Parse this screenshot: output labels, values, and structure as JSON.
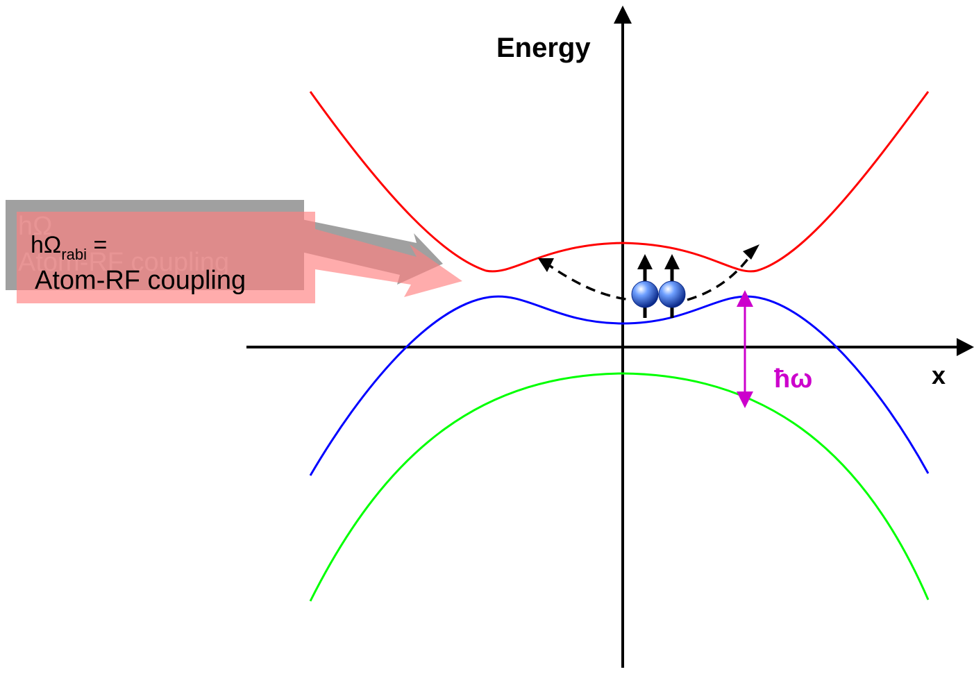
{
  "axes": {
    "y_label": "Energy",
    "x_label": "x"
  },
  "callout": {
    "h_symbol": "hΩ",
    "subscript": "rabi",
    "equals": " =",
    "line2": "Atom-RF coupling"
  },
  "gap_label": "ħω",
  "colors": {
    "upper_curve": "#ff0000",
    "middle_curve": "#0000ff",
    "lower_curve": "#00ff00",
    "gap_arrow": "#cc00cc",
    "callout_fill": "#ff8080",
    "callout_shadow": "#a0a0a0",
    "atom": "#2a5fd0"
  },
  "icons": {
    "atoms": "spin-up-atom-icon",
    "hop_arrow": "dashed-curved-arrow-icon"
  }
}
